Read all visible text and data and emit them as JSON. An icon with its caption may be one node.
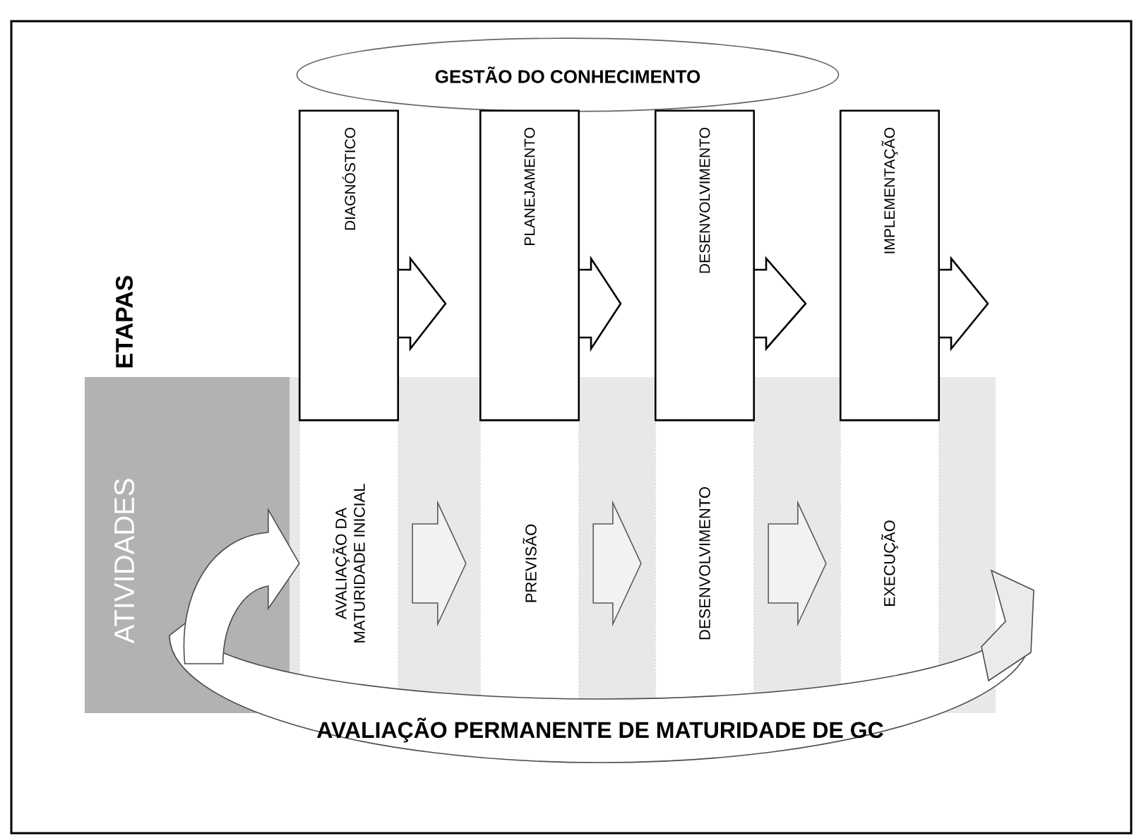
{
  "diagram": {
    "nodes": [
      {
        "text": [
          "GESTÃO DO CONHECIMENTO"
        ]
      },
      {
        "text": [
          "DIAGNÓSTICO"
        ]
      },
      {
        "text": [
          "PLANEJAMENTO"
        ]
      },
      {
        "text": [
          "DESENVOLVIMENTO"
        ]
      },
      {
        "text": [
          "IMPLEMENTAÇÃO"
        ]
      },
      {
        "text": [
          "AVALIAÇÃO DA MATURIDADE INICIAL"
        ]
      },
      {
        "text": [
          "PREVISÃO"
        ]
      },
      {
        "text": [
          "DESENVOLVIMENTO"
        ]
      },
      {
        "text": [
          "EXECUÇÃO"
        ]
      },
      {
        "text": [
          "AVALIAÇÃO PERMANENTE DE MATURIDADE DE GC"
        ]
      }
    ],
    "edges": [
      {
        "from": 1,
        "to": 2,
        "arrow": "to"
      },
      {
        "from": 2,
        "to": 3,
        "arrow": "to"
      },
      {
        "from": 3,
        "to": 4,
        "arrow": "to"
      },
      {
        "from": 4,
        "to": null,
        "arrow": "to"
      },
      {
        "from": 5,
        "to": 6,
        "arrow": "to"
      },
      {
        "from": 6,
        "to": 7,
        "arrow": "to"
      },
      {
        "from": 7,
        "to": 8,
        "arrow": "to"
      },
      {
        "from": 9,
        "to": 5,
        "arrow": "to"
      }
    ],
    "labels": [
      "ETAPAS",
      "ATIVIDADES"
    ]
  }
}
